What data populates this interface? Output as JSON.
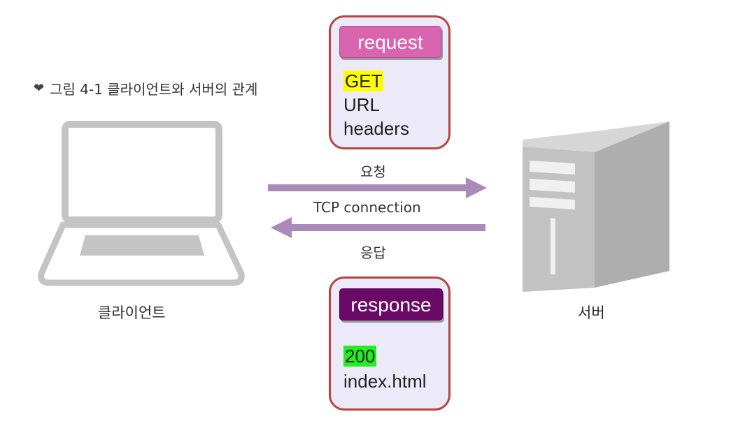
{
  "caption": {
    "icon": "chevron-down-icon",
    "text": "그림 4-1  클라이언트와 서버의 관계"
  },
  "client": {
    "label": "클라이언트",
    "icon": "laptop-icon"
  },
  "server": {
    "label": "서버",
    "icon": "server-tower-icon"
  },
  "connection": {
    "request_label": "요청",
    "connection_label": "TCP connection",
    "response_label": "응답"
  },
  "request_card": {
    "title": "request",
    "title_color": "#d965b0",
    "lines": [
      "GET",
      "URL",
      "headers"
    ],
    "highlight_color": "#ffff00"
  },
  "response_card": {
    "title": "response",
    "title_color": "#6b0a66",
    "lines": [
      "200",
      "index.html"
    ],
    "highlight_color": "#22ee22"
  },
  "colors": {
    "arrow": "#a98ab9",
    "card_border": "#b5453f",
    "card_fill": "#ece9f8",
    "device": "#c4c4c4"
  }
}
